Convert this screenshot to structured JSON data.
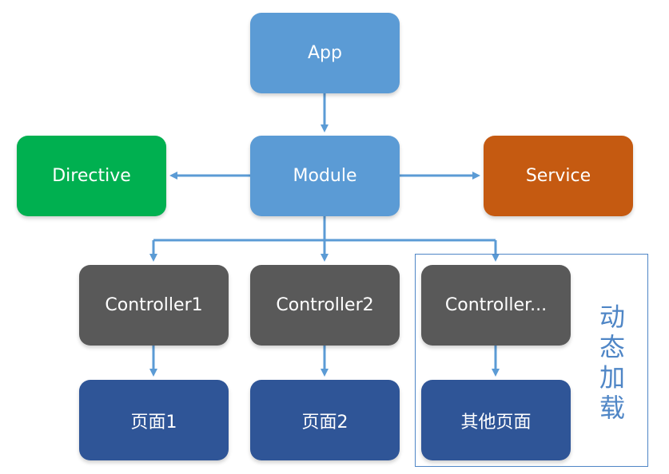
{
  "colors": {
    "app": "#5b9bd5",
    "module": "#5b9bd5",
    "directive": "#00b050",
    "service": "#c55a11",
    "controller": "#595959",
    "page": "#2f5597",
    "connector": "#5b9bd5",
    "dynamic_frame": "#4f86c6"
  },
  "nodes": {
    "app": "App",
    "module": "Module",
    "directive": "Directive",
    "service": "Service",
    "controller1": "Controller1",
    "controller2": "Controller2",
    "controller_more": "Controller...",
    "page1": "页面1",
    "page2": "页面2",
    "page_other": "其他页面"
  },
  "dynamic_group": {
    "label": "动态加载"
  }
}
